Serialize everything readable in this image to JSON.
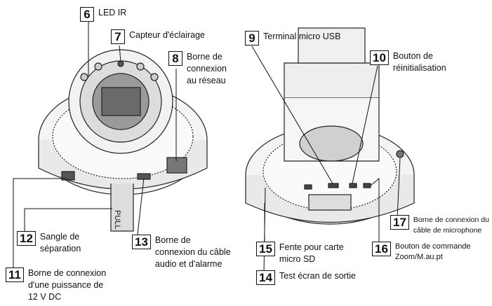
{
  "callouts": [
    {
      "n": "6",
      "text": "LED IR"
    },
    {
      "n": "7",
      "text": "Capteur d'éclairage"
    },
    {
      "n": "8",
      "text": "Borne de\nconnexion\nau réseau"
    },
    {
      "n": "9",
      "text": "Terminal micro USB"
    },
    {
      "n": "10",
      "text": "Bouton de\nréinitialisation"
    },
    {
      "n": "11",
      "text": "Borne de connexion\nd'une puissance de\n12 V DC"
    },
    {
      "n": "12",
      "text": "Sangle de\nséparation"
    },
    {
      "n": "13",
      "text": "Borne de\nconnexion du câble\naudio et d'alarme"
    },
    {
      "n": "14",
      "text": "Test écran de sortie"
    },
    {
      "n": "15",
      "text": "Fente pour carte\nmicro SD"
    },
    {
      "n": "16",
      "text": "Bouton de commande\nZoom/M.au.pt"
    },
    {
      "n": "17",
      "text": "Borne de connexion du\ncâble de microphone"
    }
  ],
  "strap_text": "PULL"
}
